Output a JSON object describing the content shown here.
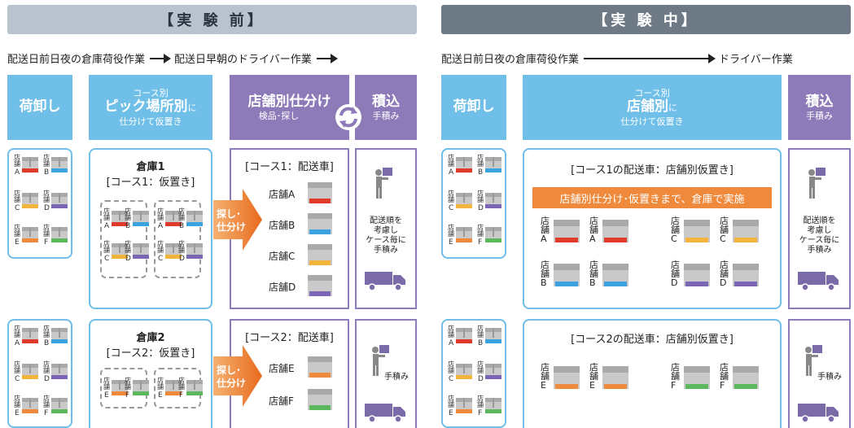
{
  "colors": {
    "blue": "#6fbfe8",
    "purple": "#8d7ab8",
    "orange": "#ef8a3c",
    "red": "#e03a2a",
    "lightblue": "#3ba3e0",
    "yellow": "#f3b43c",
    "violet": "#7a66b5",
    "green": "#5cb85c"
  },
  "before": {
    "title": "【実 験 前】",
    "flow": [
      "配送日前日夜の倉庫荷役作業",
      "配送日早朝のドライバー作業"
    ],
    "col1": "荷卸し",
    "col2": {
      "l1": "コース別",
      "l2a": "ピック場所別",
      "l2b": "に",
      "l3": "仕分けて仮置き"
    },
    "col3": {
      "l1": "店舗別仕分け",
      "l2": "検品･探し"
    },
    "col4": {
      "l1": "積込",
      "l2": "手積み"
    },
    "wh1": {
      "t1": "倉庫1",
      "t2": "[コース1：仮置き]"
    },
    "wh2": {
      "t1": "倉庫2",
      "t2": "[コース2：仮置き]"
    },
    "truck1": "[コース1：配送車]",
    "truck2": "[コース2：配送車]",
    "sort": "探し･\n仕分け",
    "stores1": [
      "店舗A",
      "店舗B",
      "店舗C",
      "店舗D"
    ],
    "stores2": [
      "店舗E",
      "店舗F"
    ],
    "load1": "配送順を\n考慮し\nケース毎に\n手積み",
    "load2": "手積み"
  },
  "during": {
    "title": "【実 験 中】",
    "flow": [
      "配送日前日夜の倉庫荷役作業",
      "ドライバー作業"
    ],
    "col1": "荷卸し",
    "col2": {
      "l1": "コース別",
      "l2a": "店舗別",
      "l2b": "に",
      "l3": "仕分けて仮置き"
    },
    "col4": {
      "l1": "積込",
      "l2": "手積み"
    },
    "course1": "[コース1の配送車：店舗別仮置き]",
    "course2": "[コース2の配送車：店舗別仮置き]",
    "band": "店舗別仕分け･仮置きまで、倉庫で実施",
    "load1": "配送順を\n考慮し\nケース毎に\n手積み",
    "load2": "手積み"
  },
  "icons": {
    "store": "店舗",
    "letters": [
      "A",
      "B",
      "C",
      "D",
      "E",
      "F"
    ]
  }
}
